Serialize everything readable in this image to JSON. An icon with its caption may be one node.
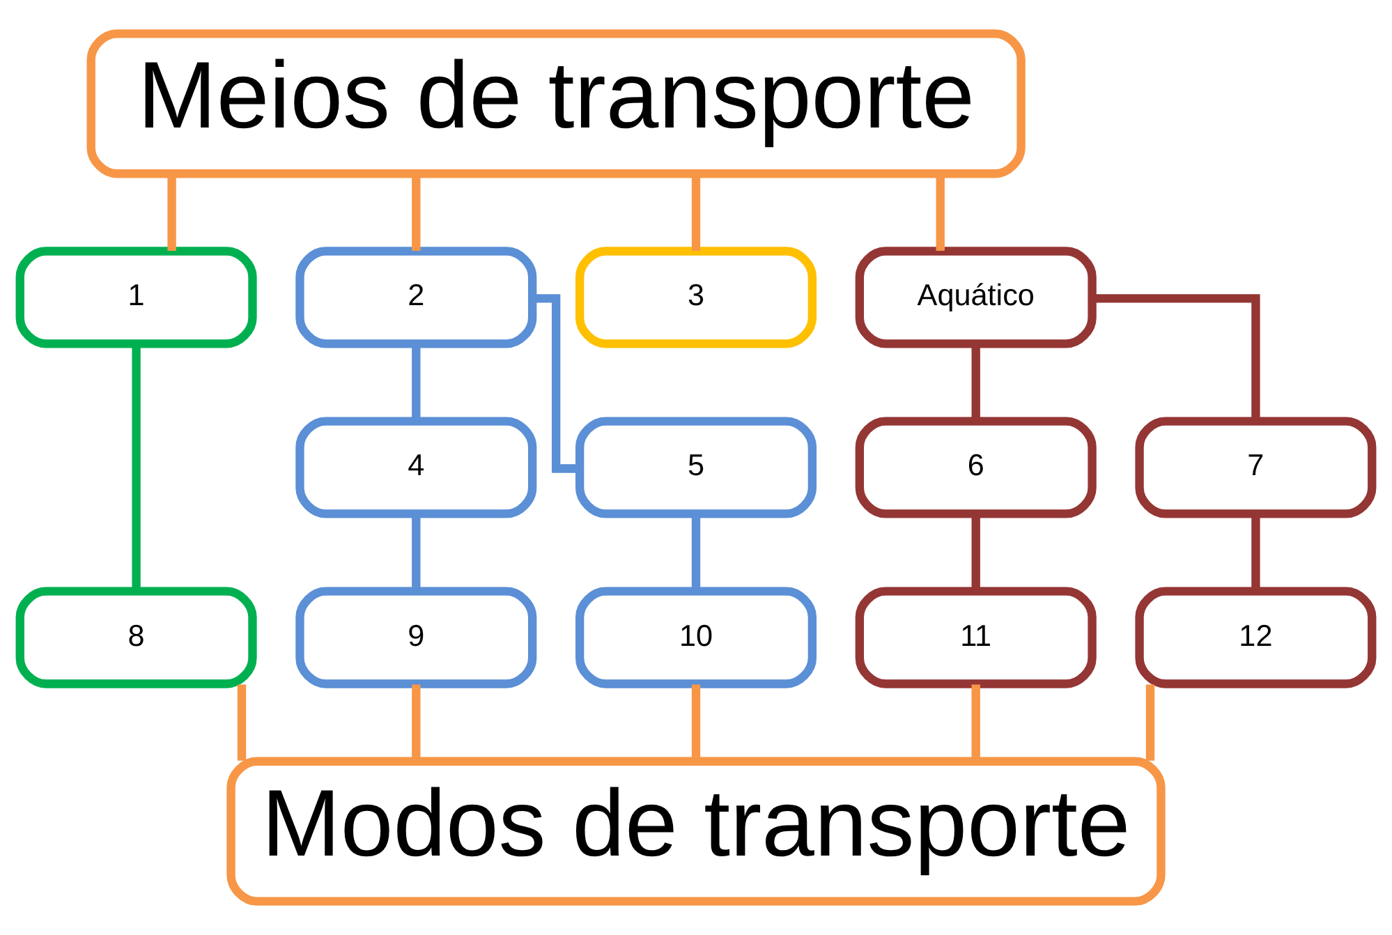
{
  "diagram": {
    "nodes": [
      {
        "text": [
          "Meios de transporte"
        ]
      },
      {
        "text": [
          "1"
        ]
      },
      {
        "text": [
          "2"
        ]
      },
      {
        "text": [
          "3"
        ]
      },
      {
        "text": [
          "Aquático"
        ]
      },
      {
        "text": [
          "4"
        ]
      },
      {
        "text": [
          "5"
        ]
      },
      {
        "text": [
          "6"
        ]
      },
      {
        "text": [
          "7"
        ]
      },
      {
        "text": [
          "8"
        ]
      },
      {
        "text": [
          "9"
        ]
      },
      {
        "text": [
          "10"
        ]
      },
      {
        "text": [
          "11"
        ]
      },
      {
        "text": [
          "12"
        ]
      },
      {
        "text": [
          "Modos de transporte"
        ]
      }
    ],
    "edges": [
      {
        "from": 0,
        "to": 1,
        "arrow": "none"
      },
      {
        "from": 0,
        "to": 2,
        "arrow": "none"
      },
      {
        "from": 0,
        "to": 3,
        "arrow": "none"
      },
      {
        "from": 0,
        "to": 4,
        "arrow": "none"
      },
      {
        "from": 2,
        "to": 5,
        "arrow": "none",
        "color": "#5b8fd6"
      },
      {
        "from": 2,
        "to": 6,
        "arrow": "none",
        "color": "#5b8fd6"
      },
      {
        "from": 4,
        "to": 7,
        "arrow": "none",
        "color": "#943634"
      },
      {
        "from": 4,
        "to": 8,
        "arrow": "none",
        "color": "#943634"
      },
      {
        "from": 1,
        "to": 9,
        "arrow": "none",
        "color": "#00b050"
      },
      {
        "from": 5,
        "to": 10,
        "arrow": "none",
        "color": "#5b8fd6"
      },
      {
        "from": 6,
        "to": 11,
        "arrow": "none",
        "color": "#5b8fd6"
      },
      {
        "from": 7,
        "to": 12,
        "arrow": "none",
        "color": "#943634"
      },
      {
        "from": 8,
        "to": 13,
        "arrow": "none",
        "color": "#943634"
      },
      {
        "from": 9,
        "to": 14,
        "arrow": "none"
      },
      {
        "from": 10,
        "to": 14,
        "arrow": "none"
      },
      {
        "from": 11,
        "to": 14,
        "arrow": "none"
      },
      {
        "from": 12,
        "to": 14,
        "arrow": "none"
      },
      {
        "from": 13,
        "to": 14,
        "arrow": "none"
      }
    ]
  }
}
